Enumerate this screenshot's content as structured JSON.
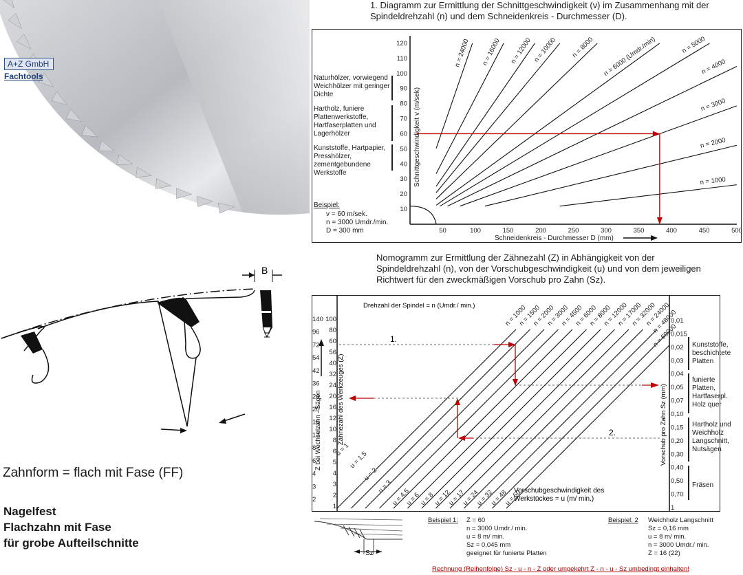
{
  "logo": {
    "line1": "A+Z GmbH",
    "line2": "Fachtools"
  },
  "diagram1": {
    "title": "1. Diagramm zur Ermittlung der Schnittgeschwindigkeit (v) im Zusammenhang mit der Spindeldrehzahl (n) und dem Schneidenkreis - Durchmesser (D).",
    "ylabel": "Schnittgeschwindigkeit v (m/sek)",
    "xlabel": "Schneidenkreis - Durchmesser D (mm)",
    "materials": [
      "Naturhölzer, vorwiegend Weichhölzer mit geringer Dichte",
      "Hartholz, funiere Plattenwerkstoffe, Hartfaserplatten und Lagerhölzer",
      "Kunststoffe, Hartpapier, Presshölzer, zementgebundene Werkstoffe"
    ],
    "example_title": "Beispiel:",
    "example_lines": [
      "v = 60 m/sek.",
      "n = 3000 Umdr./min.",
      "D = 300 mm"
    ]
  },
  "diagram2": {
    "title": "Nomogramm zur Ermittlung der Zähnezahl (Z) in Abhängigkeit von der Spindeldrehzahl (n), von der Vorschubgeschwindigkeit (u) und von dem jeweiligen Richtwert für den zweckmäßigen Vorschub pro Zahn (Sz).",
    "spindle_label": "Drehzahl der Spindel = n (Umdr./ min.)",
    "left_axis_label": "Z bei Wechselzahn - Sägen",
    "z_axis_label": "Zähnezahl des Werkzeuges (Z)",
    "right_axis_label": "Vorschub pro Zahn Sz (mm)",
    "feed_label": "Vorschubgeschwindigkeit des Werkstückes = u (m/ min.)",
    "step1": "1.",
    "step2": "2.",
    "left_ticks": [
      "140",
      "96",
      "72",
      "54",
      "42",
      "36",
      "26",
      "20",
      "16",
      "12",
      "8",
      "6",
      "4",
      "3",
      "2"
    ],
    "z_ticks": [
      "100",
      "80",
      "60",
      "56",
      "40",
      "32",
      "24",
      "20",
      "16",
      "12",
      "10",
      "8",
      "6",
      "5",
      "4",
      "3",
      "2",
      "1"
    ],
    "sz_ticks": [
      "0,01",
      "0,015",
      "0,02",
      "0,03",
      "0,04",
      "0,05",
      "0,07",
      "0,10",
      "0,15",
      "0,20",
      "0,30",
      "0,40",
      "0,50",
      "0,70",
      "1"
    ],
    "sz_groups": [
      "Kunststoffe, beschichtete Platten",
      "funierte Platten, Hartfaserpl. Holz quer",
      "Hartholz und Weichholz Langschnitt, Nutsägen",
      "Fräsen"
    ],
    "sz_label": "Sz",
    "example1_title": "Beispiel 1:",
    "example1_lines": [
      "Z = 60",
      "n = 3000 Umdr./ min.",
      "u = 8 m/ min.",
      "Sz = 0,045 mm",
      "geeignet für funierte Platten"
    ],
    "example2_title": "Beispiel: 2",
    "example2_lines": [
      "Weichholz Langschnitt",
      "Sz = 0,16 mm",
      "u = 8 m/ min.",
      "n = 3000 Umdr./ min.",
      "Z = 16 (22)"
    ],
    "footer": "Rechnung (Reihenfolge) Sz - u - n - Z oder umgekehrt Z - n - u - Sz umbedingt einhalten!"
  },
  "tooth": {
    "dim_label": "B",
    "shape": "Zahnform = flach mit Fase (FF)"
  },
  "features": [
    "Nagelfest",
    "Flachzahn mit Fase",
    "für grobe Aufteilschnitte"
  ],
  "chart_data": [
    {
      "type": "line",
      "title": "1. Diagramm zur Ermittlung der Schnittgeschwindigkeit (v) im Zusammenhang mit der Spindeldrehzahl (n) und dem Schneidenkreis - Durchmesser (D).",
      "xlabel": "Schneidenkreis - Durchmesser D (mm)",
      "ylabel": "Schnittgeschwindigkeit v (m/sek)",
      "xlim": [
        0,
        500
      ],
      "ylim": [
        0,
        125
      ],
      "x_ticks": [
        50,
        100,
        150,
        200,
        250,
        300,
        350,
        400,
        450,
        500
      ],
      "y_ticks": [
        10,
        20,
        30,
        40,
        50,
        60,
        70,
        80,
        90,
        100,
        110,
        120
      ],
      "series": [
        {
          "name": "n = 24000",
          "rpm": 24000
        },
        {
          "name": "n = 16000",
          "rpm": 16000
        },
        {
          "name": "n = 12000",
          "rpm": 12000
        },
        {
          "name": "n = 10000",
          "rpm": 10000
        },
        {
          "name": "n = 8000",
          "rpm": 8000
        },
        {
          "name": "n = 6000 (Umdr./min)",
          "rpm": 6000
        },
        {
          "name": "n = 5000",
          "rpm": 5000
        },
        {
          "name": "n = 4000",
          "rpm": 4000
        },
        {
          "name": "n = 3000",
          "rpm": 3000
        },
        {
          "name": "n = 2000",
          "rpm": 2000
        },
        {
          "name": "n = 1000",
          "rpm": 1000
        }
      ],
      "example": {
        "v": 60,
        "n": 3000,
        "D": 300
      }
    },
    {
      "type": "line",
      "title": "Nomogramm zur Ermittlung der Zähnezahl (Z) in Abhängigkeit von der Spindeldrehzahl (n), von der Vorschubgeschwindigkeit (u) und von dem jeweiligen Richtwert für den zweckmäßigen Vorschub pro Zahn (Sz).",
      "n_lines": [
        "n = 1000",
        "n = 1500",
        "n = 2000",
        "n = 3000",
        "n = 4500",
        "n = 6000",
        "n = 8000",
        "n = 12000",
        "n = 17000",
        "n = 32000",
        "n = 24000",
        "n = 48000",
        "n = 60000"
      ],
      "u_lines": [
        "u = 1",
        "u = 1,5",
        "u = 2",
        "u = 3",
        "u = 4,5",
        "u = 6",
        "u = 8",
        "u = 12",
        "u = 17",
        "u = 24",
        "u = 32",
        "u = 48",
        "u = 60"
      ]
    }
  ]
}
